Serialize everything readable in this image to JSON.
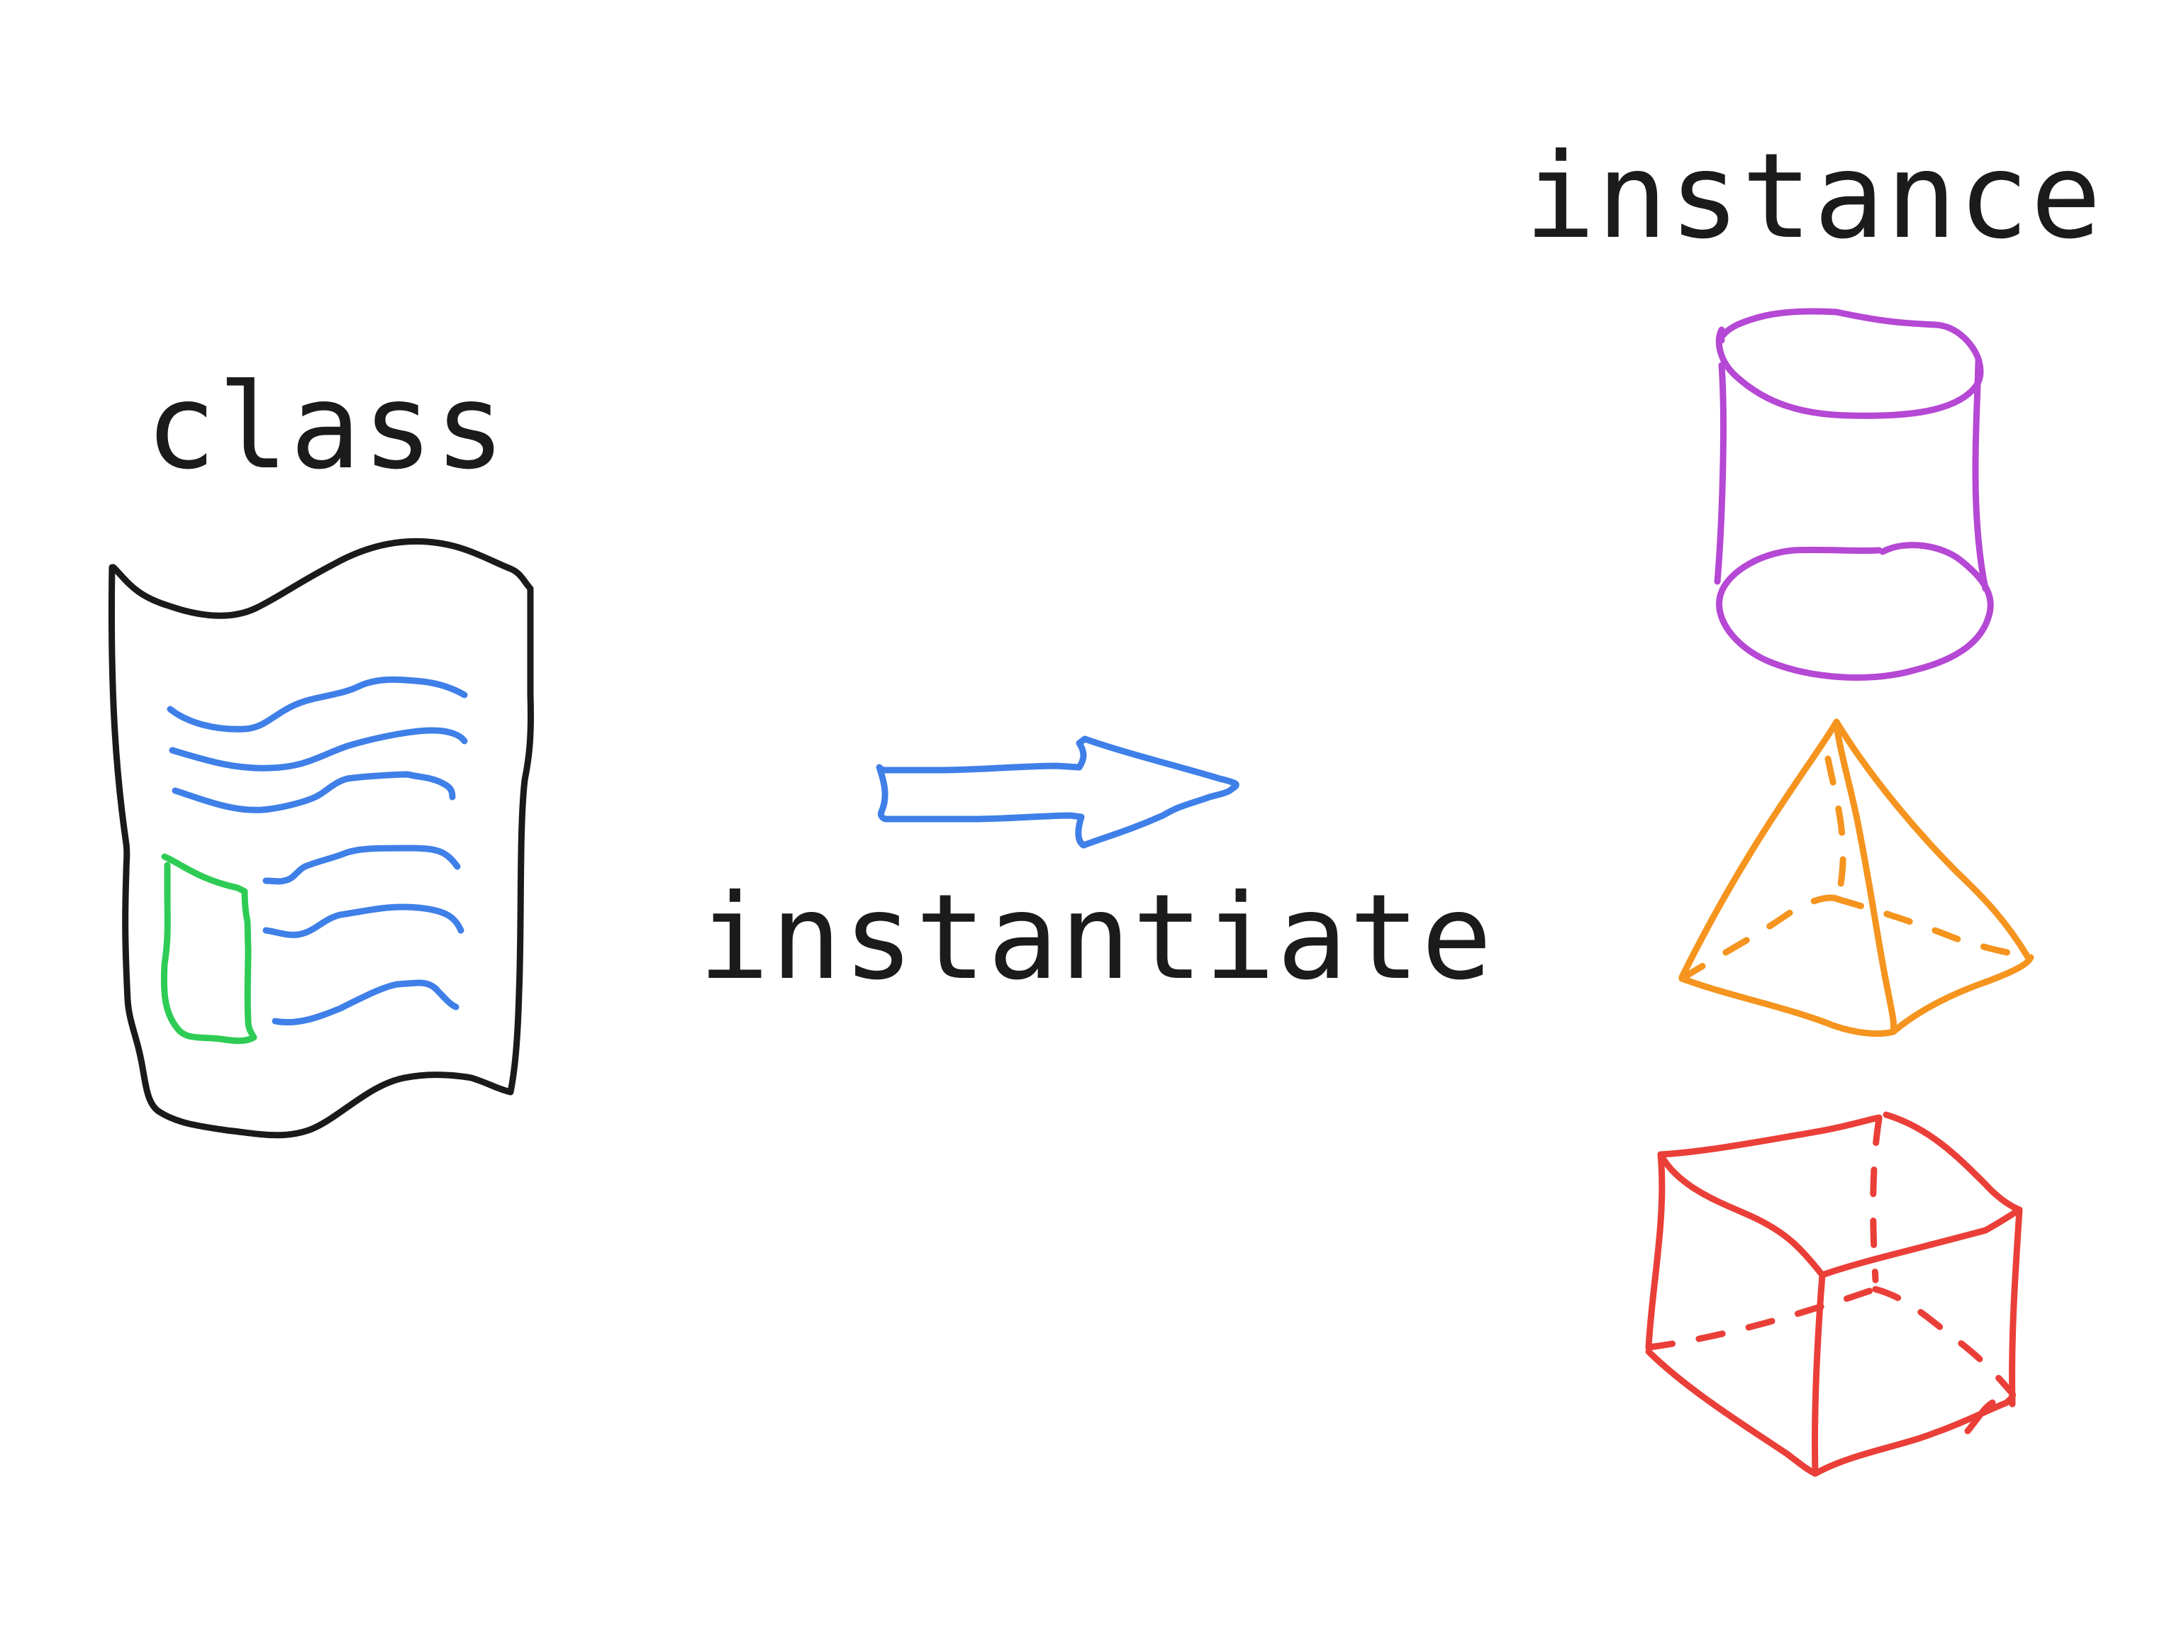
{
  "labels": {
    "class": "class",
    "instantiate": "instantiate",
    "instance": "instance"
  },
  "colors": {
    "text": "#1b1b1b",
    "document_outline": "#1a1a1a",
    "text_lines": "#3f7fe8",
    "image_box": "#2ecc55",
    "arrow": "#3f7fe8",
    "cylinder": "#b548d4",
    "pyramid": "#f5941e",
    "cube": "#ea3f38"
  },
  "icons": {
    "class": "document-icon",
    "arrow": "arrow-right-icon",
    "instances": [
      "cylinder-icon",
      "pyramid-icon",
      "cube-icon"
    ]
  }
}
